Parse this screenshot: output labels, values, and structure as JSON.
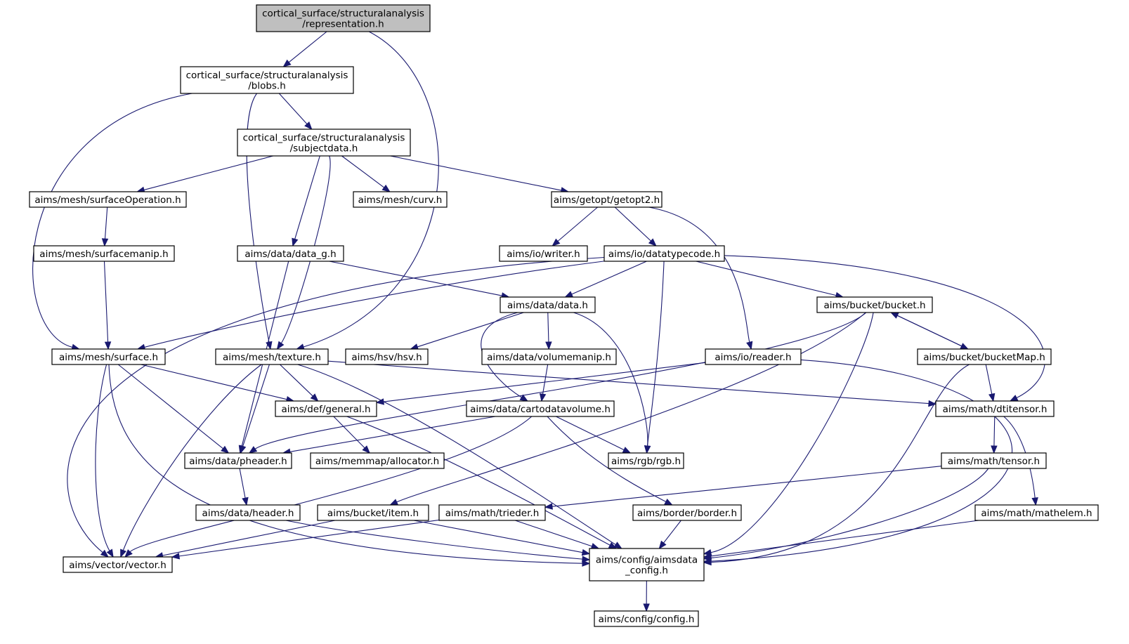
{
  "diagram": {
    "type": "include-dependency-graph",
    "colors": {
      "edge": "#191970",
      "root_fill": "#bfbfbf",
      "node_fill": "#ffffff",
      "border": "#000000"
    },
    "nodes": [
      {
        "id": "representation",
        "lines": [
          "cortical_surface/structuralanalysis",
          "/representation.h"
        ],
        "root": true
      },
      {
        "id": "blobs",
        "lines": [
          "cortical_surface/structuralanalysis",
          "/blobs.h"
        ]
      },
      {
        "id": "subjectdata",
        "lines": [
          "cortical_surface/structuralanalysis",
          "/subjectdata.h"
        ]
      },
      {
        "id": "surfaceOperation",
        "lines": [
          "aims/mesh/surfaceOperation.h"
        ]
      },
      {
        "id": "curv",
        "lines": [
          "aims/mesh/curv.h"
        ]
      },
      {
        "id": "getopt2",
        "lines": [
          "aims/getopt/getopt2.h"
        ]
      },
      {
        "id": "surfacemanip",
        "lines": [
          "aims/mesh/surfacemanip.h"
        ]
      },
      {
        "id": "data_g",
        "lines": [
          "aims/data/data_g.h"
        ]
      },
      {
        "id": "writer",
        "lines": [
          "aims/io/writer.h"
        ]
      },
      {
        "id": "datatypecode",
        "lines": [
          "aims/io/datatypecode.h"
        ]
      },
      {
        "id": "data",
        "lines": [
          "aims/data/data.h"
        ]
      },
      {
        "id": "bucket",
        "lines": [
          "aims/bucket/bucket.h"
        ]
      },
      {
        "id": "surface",
        "lines": [
          "aims/mesh/surface.h"
        ]
      },
      {
        "id": "texture",
        "lines": [
          "aims/mesh/texture.h"
        ]
      },
      {
        "id": "hsv",
        "lines": [
          "aims/hsv/hsv.h"
        ]
      },
      {
        "id": "volumemanip",
        "lines": [
          "aims/data/volumemanip.h"
        ]
      },
      {
        "id": "reader",
        "lines": [
          "aims/io/reader.h"
        ]
      },
      {
        "id": "bucketMap",
        "lines": [
          "aims/bucket/bucketMap.h"
        ]
      },
      {
        "id": "general",
        "lines": [
          "aims/def/general.h"
        ]
      },
      {
        "id": "cartodatavolume",
        "lines": [
          "aims/data/cartodatavolume.h"
        ]
      },
      {
        "id": "dtitensor",
        "lines": [
          "aims/math/dtitensor.h"
        ]
      },
      {
        "id": "pheader",
        "lines": [
          "aims/data/pheader.h"
        ]
      },
      {
        "id": "allocator",
        "lines": [
          "aims/memmap/allocator.h"
        ]
      },
      {
        "id": "rgb",
        "lines": [
          "aims/rgb/rgb.h"
        ]
      },
      {
        "id": "tensor",
        "lines": [
          "aims/math/tensor.h"
        ]
      },
      {
        "id": "header",
        "lines": [
          "aims/data/header.h"
        ]
      },
      {
        "id": "item",
        "lines": [
          "aims/bucket/item.h"
        ]
      },
      {
        "id": "trieder",
        "lines": [
          "aims/math/trieder.h"
        ]
      },
      {
        "id": "border",
        "lines": [
          "aims/border/border.h"
        ]
      },
      {
        "id": "mathelem",
        "lines": [
          "aims/math/mathelem.h"
        ]
      },
      {
        "id": "vector",
        "lines": [
          "aims/vector/vector.h"
        ]
      },
      {
        "id": "aimsdata_config",
        "lines": [
          "aims/config/aimsdata",
          "_config.h"
        ]
      },
      {
        "id": "config",
        "lines": [
          "aims/config/config.h"
        ]
      }
    ],
    "edges": [
      [
        "representation",
        "blobs"
      ],
      [
        "representation",
        "texture"
      ],
      [
        "blobs",
        "subjectdata"
      ],
      [
        "blobs",
        "surface"
      ],
      [
        "blobs",
        "texture"
      ],
      [
        "subjectdata",
        "surfaceOperation"
      ],
      [
        "subjectdata",
        "curv"
      ],
      [
        "subjectdata",
        "getopt2"
      ],
      [
        "subjectdata",
        "data_g"
      ],
      [
        "subjectdata",
        "texture"
      ],
      [
        "surfaceOperation",
        "surfacemanip"
      ],
      [
        "surfacemanip",
        "surface"
      ],
      [
        "getopt2",
        "writer"
      ],
      [
        "getopt2",
        "datatypecode"
      ],
      [
        "getopt2",
        "reader"
      ],
      [
        "data_g",
        "data"
      ],
      [
        "data_g",
        "pheader"
      ],
      [
        "datatypecode",
        "data"
      ],
      [
        "datatypecode",
        "bucket"
      ],
      [
        "datatypecode",
        "surface"
      ],
      [
        "datatypecode",
        "vector"
      ],
      [
        "datatypecode",
        "rgb"
      ],
      [
        "datatypecode",
        "dtitensor"
      ],
      [
        "data",
        "hsv"
      ],
      [
        "data",
        "volumemanip"
      ],
      [
        "data",
        "cartodatavolume"
      ],
      [
        "data",
        "rgb"
      ],
      [
        "bucket",
        "bucketMap"
      ],
      [
        "bucket",
        "pheader"
      ],
      [
        "bucket",
        "item"
      ],
      [
        "bucket",
        "aimsdata_config"
      ],
      [
        "bucketMap",
        "bucket"
      ],
      [
        "bucketMap",
        "dtitensor"
      ],
      [
        "bucketMap",
        "aimsdata_config"
      ],
      [
        "surface",
        "general"
      ],
      [
        "surface",
        "pheader"
      ],
      [
        "surface",
        "vector"
      ],
      [
        "surface",
        "aimsdata_config"
      ],
      [
        "texture",
        "general"
      ],
      [
        "texture",
        "pheader"
      ],
      [
        "texture",
        "vector"
      ],
      [
        "texture",
        "aimsdata_config"
      ],
      [
        "texture",
        "dtitensor"
      ],
      [
        "volumemanip",
        "cartodatavolume"
      ],
      [
        "reader",
        "general"
      ],
      [
        "reader",
        "aimsdata_config"
      ],
      [
        "general",
        "allocator"
      ],
      [
        "general",
        "aimsdata_config"
      ],
      [
        "cartodatavolume",
        "pheader"
      ],
      [
        "cartodatavolume",
        "rgb"
      ],
      [
        "cartodatavolume",
        "border"
      ],
      [
        "cartodatavolume",
        "vector"
      ],
      [
        "dtitensor",
        "tensor"
      ],
      [
        "dtitensor",
        "mathelem"
      ],
      [
        "tensor",
        "trieder"
      ],
      [
        "tensor",
        "aimsdata_config"
      ],
      [
        "pheader",
        "header"
      ],
      [
        "header",
        "aimsdata_config"
      ],
      [
        "item",
        "vector"
      ],
      [
        "item",
        "aimsdata_config"
      ],
      [
        "trieder",
        "vector"
      ],
      [
        "trieder",
        "aimsdata_config"
      ],
      [
        "border",
        "aimsdata_config"
      ],
      [
        "mathelem",
        "aimsdata_config"
      ],
      [
        "aimsdata_config",
        "config"
      ]
    ]
  }
}
